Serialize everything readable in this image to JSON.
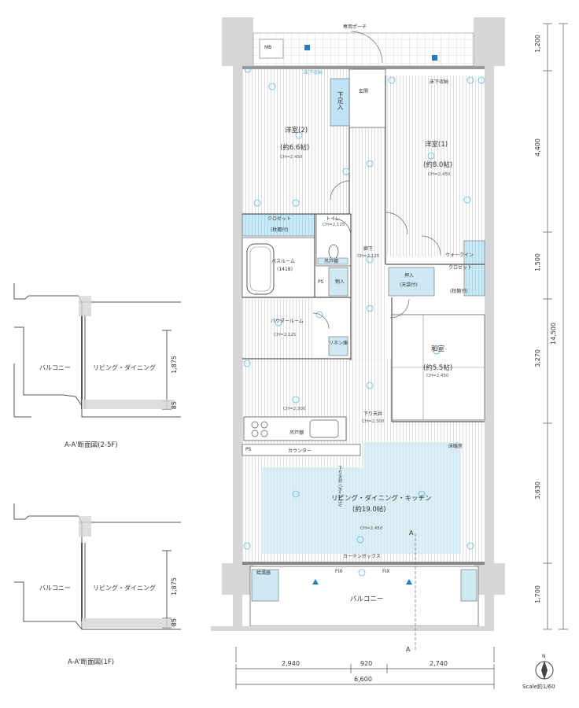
{
  "plan": {
    "porch": "専用ポーチ",
    "mb": "MB",
    "shoe_left": "床下収納",
    "shoe_right": "床下収納",
    "entrance": "玄関",
    "shoebox": "下足入",
    "west_room": {
      "name": "洋室(2)",
      "size": "(約6.6帖)",
      "ch": "CH=2,450"
    },
    "east_room": {
      "name": "洋室(1)",
      "size": "(約8.0帖)",
      "ch": "CH=2,450"
    },
    "closet": "クロゼット",
    "closet_shelf": "(枕棚付)",
    "toilet": {
      "name": "トイレ",
      "ch": "CH=2,125"
    },
    "toilet_shelf": "吊戸棚",
    "hall": {
      "name": "廊下",
      "ch": "CH=2,125"
    },
    "storage_small": "物入",
    "bathroom": {
      "name": "バスルーム",
      "size": "(1418)"
    },
    "ps_1": "PS",
    "ps_2": "PS",
    "oshiire": {
      "name": "押入",
      "sub": "(天袋付)"
    },
    "walkin": {
      "name": "ウォークイン",
      "name2": "クロゼット",
      "sub": "(枕棚付)"
    },
    "powder": {
      "name": "パウダールーム",
      "ch": "CH=2,125"
    },
    "linen": "リネン庫",
    "washitsu": {
      "name": "和室",
      "size": "(約5.5帖)",
      "ch": "CH=2,450"
    },
    "kitchen_ch": "CH=2,300",
    "ceiling_drop": "下り天井",
    "ceiling_ch": "CH=2,300",
    "hanging_shelf": "吊戸棚",
    "counter": "カウンター",
    "floor_heating": "床暖房",
    "ldk": {
      "name": "リビング・ダイニング・キッチン",
      "size": "(約19.0帖)",
      "ch": "CH=2,450"
    },
    "ldk_vertical": "下り天井 CH=2,150",
    "curtain": "カーテンボックス",
    "fix_left": "FIX",
    "fix_right": "FIX",
    "water": "給湯器",
    "balcony": "バルコニー",
    "section_mark_top": "A",
    "section_mark_bottom": "A"
  },
  "dims_right": {
    "d1": "1,200",
    "d2": "4,400",
    "d3": "1,500",
    "d4": "3,270",
    "d5": "3,630",
    "d6": "1,700",
    "total": "14,500"
  },
  "dims_bottom": {
    "b1": "2,940",
    "b2": "920",
    "b3": "2,740",
    "total": "6,600"
  },
  "section_upper": {
    "balcony": "バルコニー",
    "ldk": "リビング・ダイニング",
    "dim1": "1,875",
    "dim2": "85",
    "title": "A-A'断面図(2-5F)"
  },
  "section_lower": {
    "balcony": "バルコニー",
    "ldk": "リビング・ダイニング",
    "dim1": "1,875",
    "dim2": "85",
    "title": "A-A'断面図(1F)"
  },
  "compass": "N",
  "scale": "Scale約1/60",
  "colors": {
    "accent": "#5bb8de",
    "fill": "#cfe9f4",
    "wall": "#d6d6d6",
    "line": "#555555"
  }
}
